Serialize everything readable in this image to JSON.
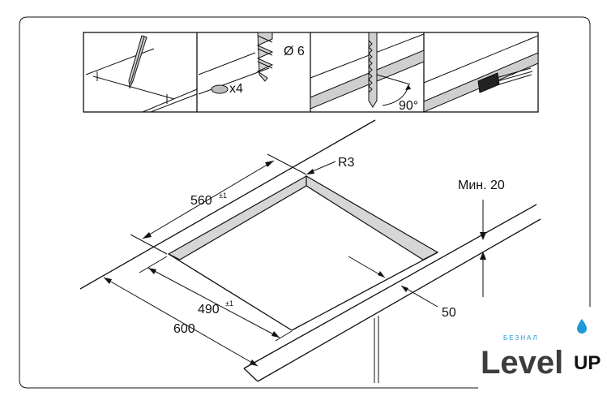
{
  "steps": {
    "drill_diameter": "Ø 6",
    "hole_count": "x4",
    "angle": "90°"
  },
  "dimensions": {
    "radius": "R3",
    "width": "560",
    "width_tol": "±1",
    "depth": "490",
    "depth_tol": "±1",
    "front": "600",
    "min_label": "Мин. 20",
    "edge_dist": "50"
  },
  "brand": {
    "small": "БЕЗНАЛ",
    "big": "Level",
    "up": "UP"
  },
  "colors": {
    "line": "#111111",
    "edge_fill": "#d6d6d6",
    "brand_blue": "#1e9bd7",
    "brand_dark": "#3d3d3d"
  }
}
